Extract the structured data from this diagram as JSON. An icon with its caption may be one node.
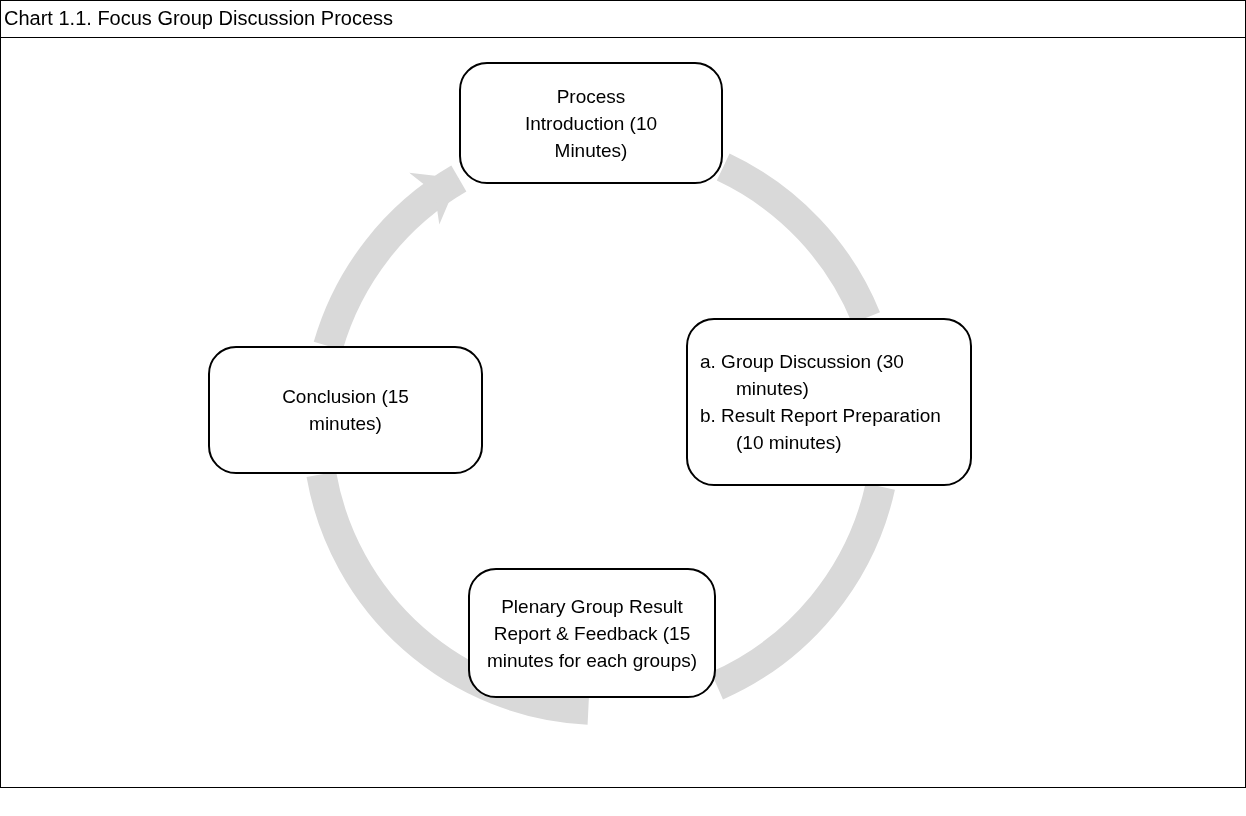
{
  "diagram": {
    "title": "Chart 1.1. Focus Group Discussion Process",
    "nodes": [
      {
        "text": [
          "Process Introduction (10 Minutes)"
        ]
      },
      {
        "text": [
          "a. Group Discussion (30 minutes)",
          "b. Result Report Preparation (10 minutes)"
        ]
      },
      {
        "text": [
          "Plenary Group Result Report & Feedback (15 minutes for each groups)"
        ]
      },
      {
        "text": [
          "Conclusion (15 minutes)"
        ]
      }
    ],
    "edges": [
      {
        "from": 0,
        "to": 1,
        "arrow": "none"
      },
      {
        "from": 1,
        "to": 2,
        "arrow": "none"
      },
      {
        "from": 2,
        "to": 3,
        "arrow": "none"
      },
      {
        "from": 3,
        "to": 0,
        "arrow": "to"
      }
    ]
  }
}
